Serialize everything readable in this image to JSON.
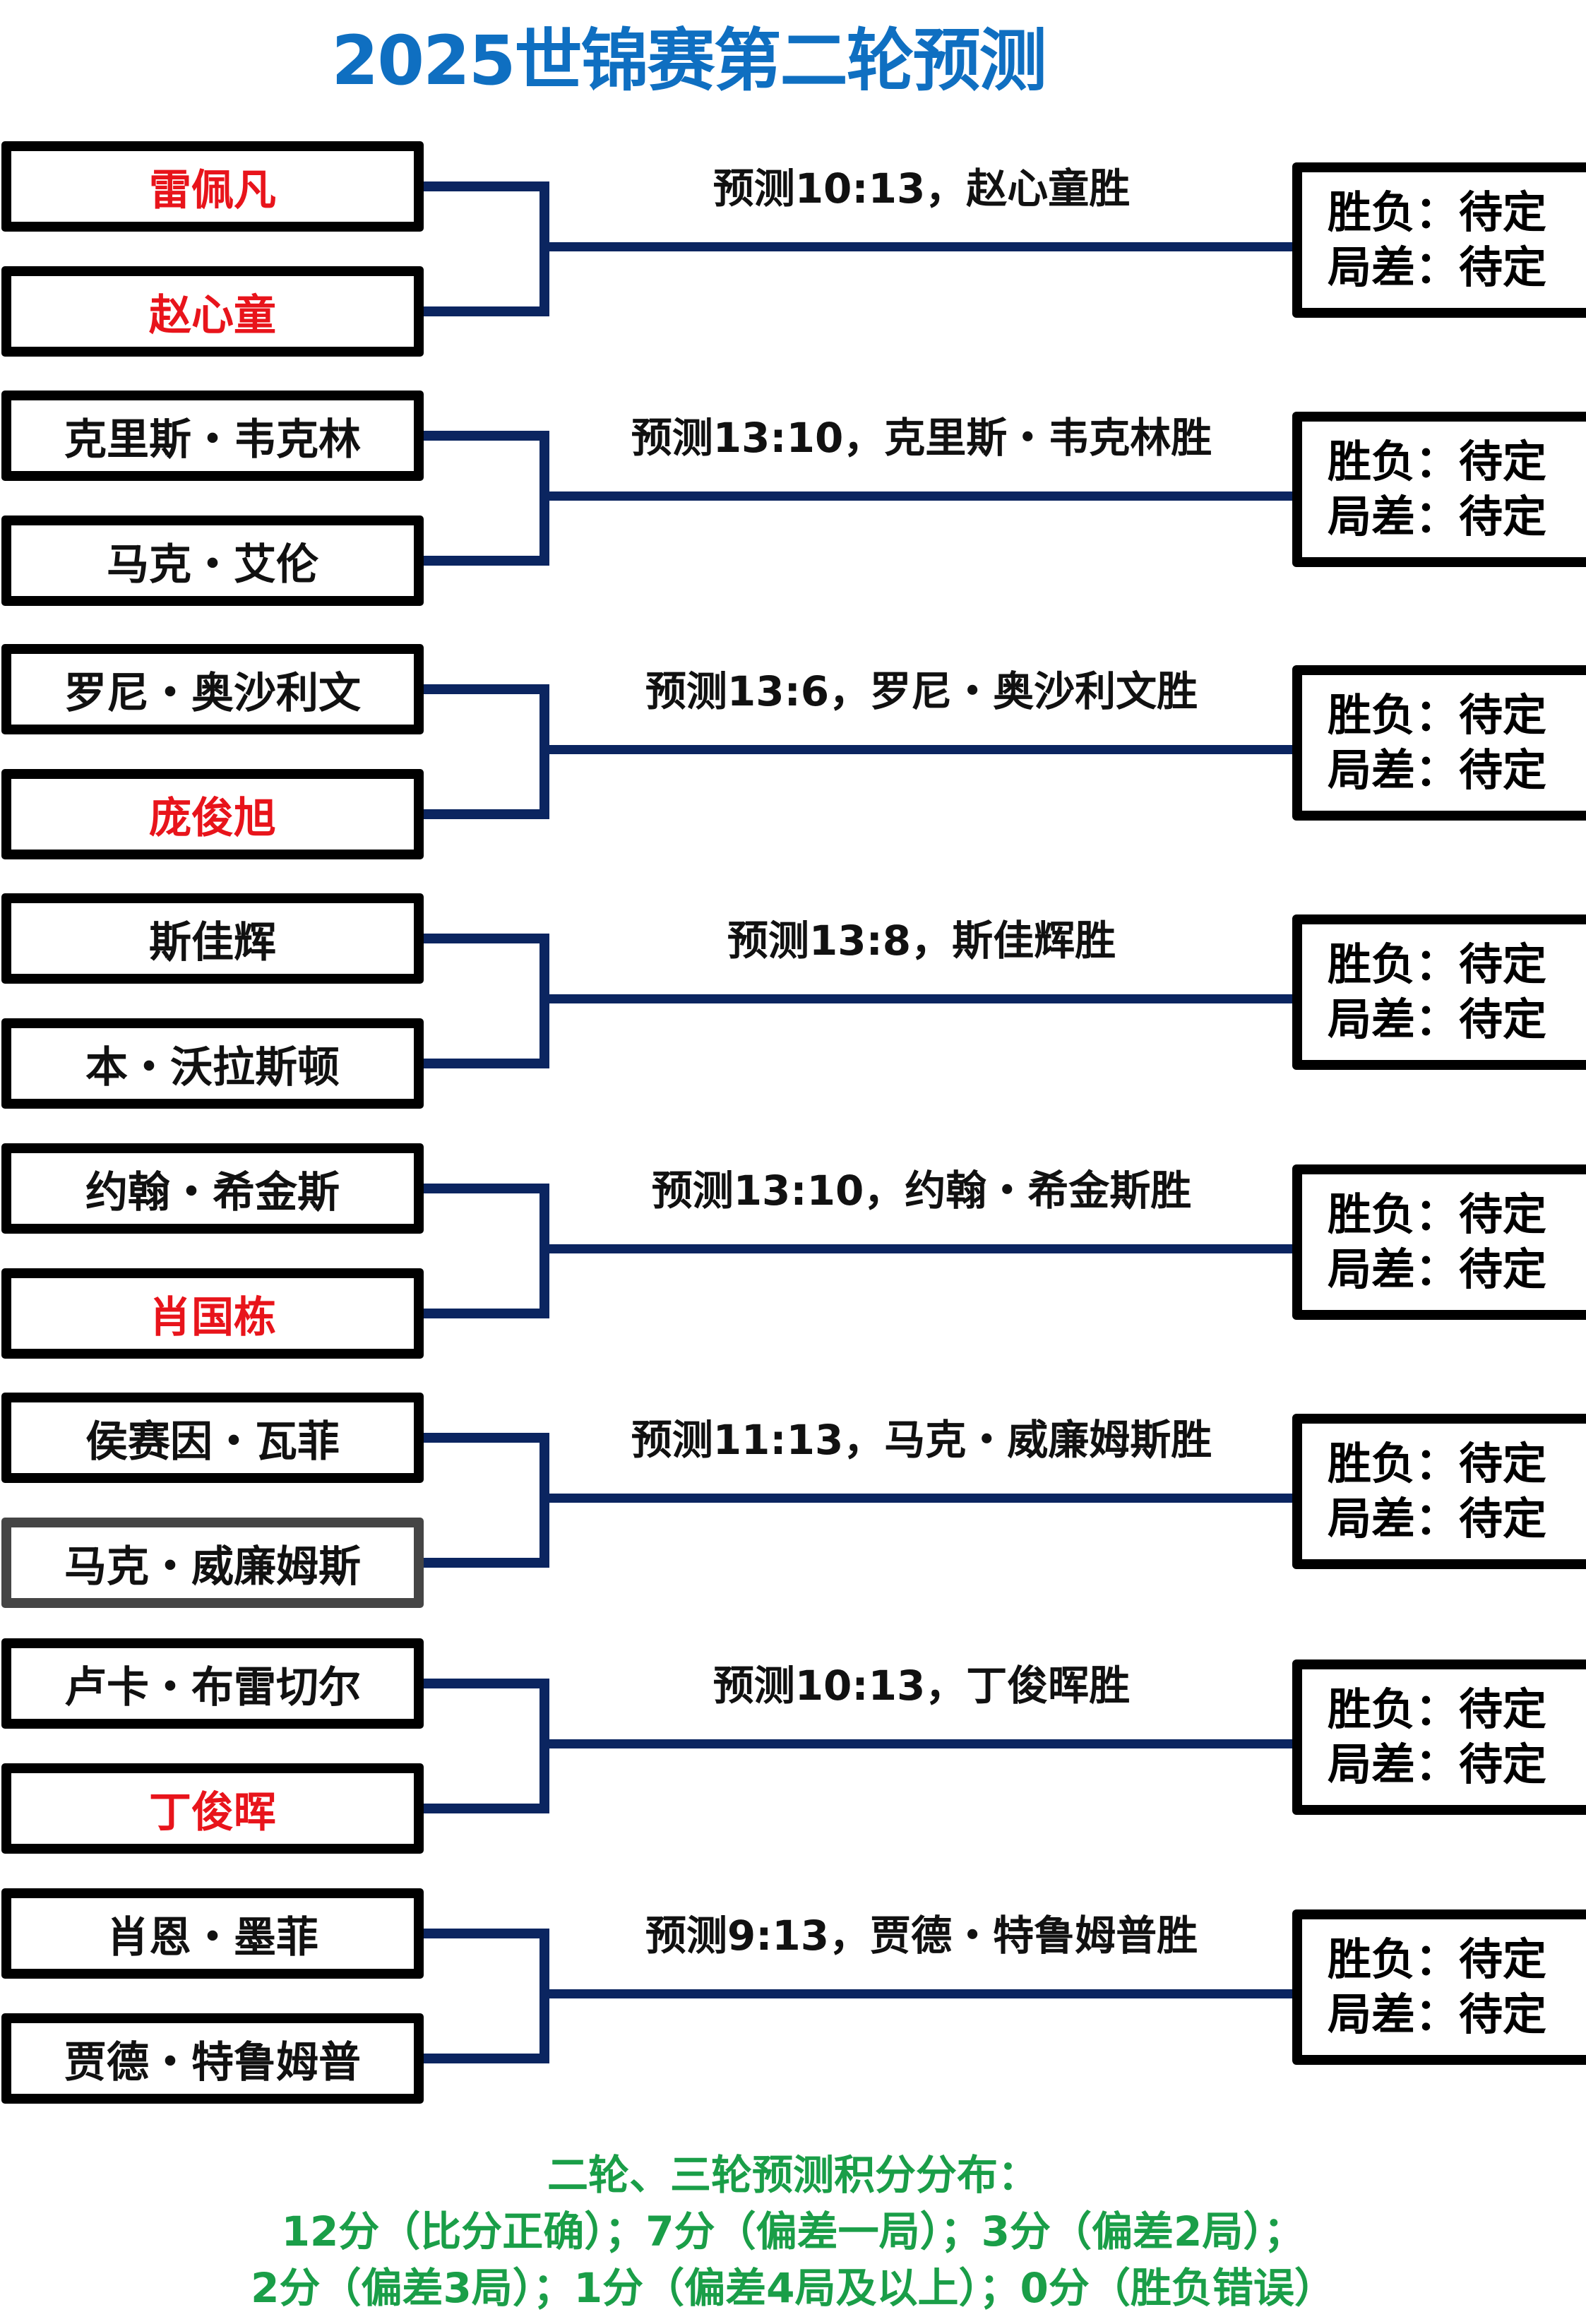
{
  "title": "2025世锦赛第二轮预测",
  "colors": {
    "title": "#0f6fc1",
    "connector": "#0b2560",
    "highlight_player": "#e8141b",
    "footer": "#1a9e48",
    "box_border": "#000000",
    "box_border_alt": "#454545"
  },
  "result_labels": {
    "win_loss": "胜负：待定",
    "frame_diff": "局差：待定"
  },
  "matches": [
    {
      "player1": "雷佩凡",
      "player2": "赵心童",
      "prediction": "预测10:13，赵心童胜",
      "player1_red": true,
      "player2_red": true,
      "result_win_loss": "胜负：待定",
      "result_frame_diff": "局差：待定"
    },
    {
      "player1": "克里斯・韦克林",
      "player2": "马克・艾伦",
      "prediction": "预测13:10，克里斯・韦克林胜",
      "player1_red": false,
      "player2_red": false,
      "result_win_loss": "胜负：待定",
      "result_frame_diff": "局差：待定"
    },
    {
      "player1": "罗尼・奥沙利文",
      "player2": "庞俊旭",
      "prediction": "预测13:6，罗尼・奥沙利文胜",
      "player1_red": false,
      "player2_red": true,
      "result_win_loss": "胜负：待定",
      "result_frame_diff": "局差：待定"
    },
    {
      "player1": "斯佳辉",
      "player2": "本・沃拉斯顿",
      "prediction": "预测13:8，斯佳辉胜",
      "player1_red": false,
      "player2_red": false,
      "result_win_loss": "胜负：待定",
      "result_frame_diff": "局差：待定"
    },
    {
      "player1": "约翰・希金斯",
      "player2": "肖国栋",
      "prediction": "预测13:10，约翰・希金斯胜",
      "player1_red": false,
      "player2_red": true,
      "result_win_loss": "胜负：待定",
      "result_frame_diff": "局差：待定"
    },
    {
      "player1": "侯赛因・瓦菲",
      "player2": "马克・威廉姆斯",
      "prediction": "预测11:13，马克・威廉姆斯胜",
      "player1_red": false,
      "player2_red": false,
      "result_win_loss": "胜负：待定",
      "result_frame_diff": "局差：待定"
    },
    {
      "player1": "卢卡・布雷切尔",
      "player2": "丁俊晖",
      "prediction": "预测10:13，丁俊晖胜",
      "player1_red": false,
      "player2_red": true,
      "result_win_loss": "胜负：待定",
      "result_frame_diff": "局差：待定"
    },
    {
      "player1": "肖恩・墨菲",
      "player2": "贾德・特鲁姆普",
      "prediction": "预测9:13，贾德・特鲁姆普胜",
      "player1_red": false,
      "player2_red": false,
      "result_win_loss": "胜负：待定",
      "result_frame_diff": "局差：待定"
    }
  ],
  "footer": {
    "heading": "二轮、三轮预测积分分布：",
    "line1": "12分（比分正确）；7分（偏差一局）；3分（偏差2局）；",
    "line2": "2分（偏差3局）；1分（偏差4局及以上）；0分（胜负错误）"
  }
}
